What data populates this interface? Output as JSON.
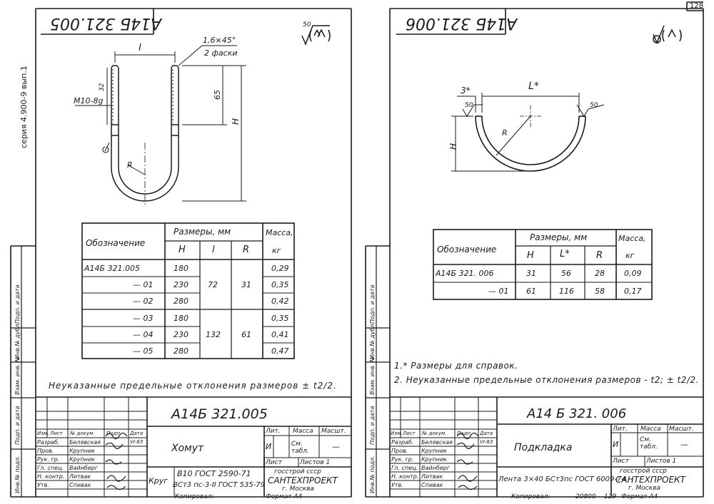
{
  "page_number": "128",
  "sheet1": {
    "code_mirrored": "А14Б 321.005",
    "roughness": "50",
    "dims": {
      "l": "l",
      "chamfer": "1,6×45°",
      "chamfer_count": "2 фаски",
      "thread": "M10-8g",
      "thread_len": "32",
      "h65": "65",
      "H": "H",
      "R": "R"
    },
    "series": "серия 4.900-9 вып.1",
    "table": {
      "head_designation": "Обозначение",
      "head_dims": "Размеры, мм",
      "head_mass": "Масса,",
      "head_mass_unit": "кг",
      "sub": [
        "H",
        "l",
        "R"
      ],
      "rows": [
        {
          "des": "А14Б 321.005",
          "H": "180",
          "mass": "0,29"
        },
        {
          "des": "— 01",
          "H": "230",
          "mass": "0,35"
        },
        {
          "des": "— 02",
          "H": "280",
          "mass": "0,42"
        },
        {
          "des": "— 03",
          "H": "180",
          "mass": "0,35"
        },
        {
          "des": "— 04",
          "H": "230",
          "mass": "0,41"
        },
        {
          "des": "— 05",
          "H": "280",
          "mass": "0,47"
        }
      ],
      "group1": {
        "l": "72",
        "R": "31"
      },
      "group2": {
        "l": "132",
        "R": "61"
      }
    },
    "note": "Неуказанные предельные отклонения размеров ± t2/2.",
    "stamp": {
      "code": "А14Б 321.005",
      "name": "Хомут",
      "material_prefix": "Круг",
      "material_line1": "В10 ГОСТ 2590-71",
      "material_line2": "ВСт3 пс-3-II ГОСТ 535-79",
      "lit": "Лит.",
      "mass": "Масса",
      "scale": "Масшт.",
      "lit_val": "И",
      "mass_val": "См. табл.",
      "scale_val": "—",
      "sheet": "Лист",
      "sheets": "Листов 1",
      "org1": "госстрой ссср",
      "org2": "САНТЕХПРОЕКТ",
      "org3": "г. Москва",
      "col_heads": [
        "Изм.",
        "Лист",
        "№ докум.",
        "Подп.",
        "Дата"
      ],
      "people": [
        {
          "role": "Разраб.",
          "name": "Белявская"
        },
        {
          "role": "Пров.",
          "name": "Крупник"
        },
        {
          "role": "Рук. гр.",
          "name": "Крупник"
        },
        {
          "role": "Гл. спец.",
          "name": "Вайнберг"
        },
        {
          "role": "Н. контр.",
          "name": "Литвак"
        },
        {
          "role": "Утв.",
          "name": "Спивак"
        }
      ],
      "date": "VI-83",
      "copied": "Копировал:",
      "format": "Формат А4"
    },
    "side_labels": [
      "Инв.№ подл.",
      "Подп. и дата",
      "Взам. инв. №",
      "Инв.№ дубл.",
      "Подп. и дата"
    ]
  },
  "sheet2": {
    "code_mirrored": "А14Б 321.006",
    "dims": {
      "l": "L*",
      "three": "3*",
      "H": "H",
      "R": "R",
      "r50": "50"
    },
    "table": {
      "head_designation": "Обозначение",
      "head_dims": "Размеры, мм",
      "head_mass": "Масса,",
      "head_mass_unit": "кг",
      "sub": [
        "H",
        "L*",
        "R"
      ],
      "rows": [
        {
          "des": "А14Б 321. 006",
          "H": "31",
          "L": "56",
          "R": "28",
          "mass": "0,09"
        },
        {
          "des": "— 01",
          "H": "61",
          "L": "116",
          "R": "58",
          "mass": "0,17"
        }
      ]
    },
    "note1": "1.* Размеры для справок.",
    "note2": "2. Неуказанные предельные отклонения размеров - t2; ± t2/2.",
    "stamp": {
      "code": "А14 Б 321. 006",
      "name": "Подкладка",
      "material": "Лента 3×40 БСт3пс ГОСТ 6009-74",
      "lit": "Лит.",
      "mass": "Масса",
      "scale": "Масшт.",
      "lit_val": "И",
      "mass_val": "См. табл.",
      "scale_val": "—",
      "sheet": "Лист",
      "sheets": "Листов 1",
      "org1": "госстрой ссср",
      "org2": "САНТЕХПРОЕКТ",
      "org3": "г. Москва",
      "col_heads": [
        "Изм.",
        "Лист",
        "№ докум.",
        "Подп.",
        "Дата"
      ],
      "people": [
        {
          "role": "Разраб.",
          "name": "Белявская"
        },
        {
          "role": "Пров.",
          "name": "Крупник"
        },
        {
          "role": "Рук. гр.",
          "name": "Крупник"
        },
        {
          "role": "Гл. спец.",
          "name": "Вайнберг"
        },
        {
          "role": "Н. контр.",
          "name": "Литвак"
        },
        {
          "role": "Утв.",
          "name": "Спивак"
        }
      ],
      "date": "VI-83",
      "copied": "Копировал:",
      "copy_num": "20800",
      "page": "129",
      "format": "Формат А4"
    },
    "side_labels": [
      "Инв.№ подл.",
      "Подп. и дата",
      "Взам. инв. №",
      "Инв.№ дубл.",
      "Подп. и дата"
    ]
  }
}
